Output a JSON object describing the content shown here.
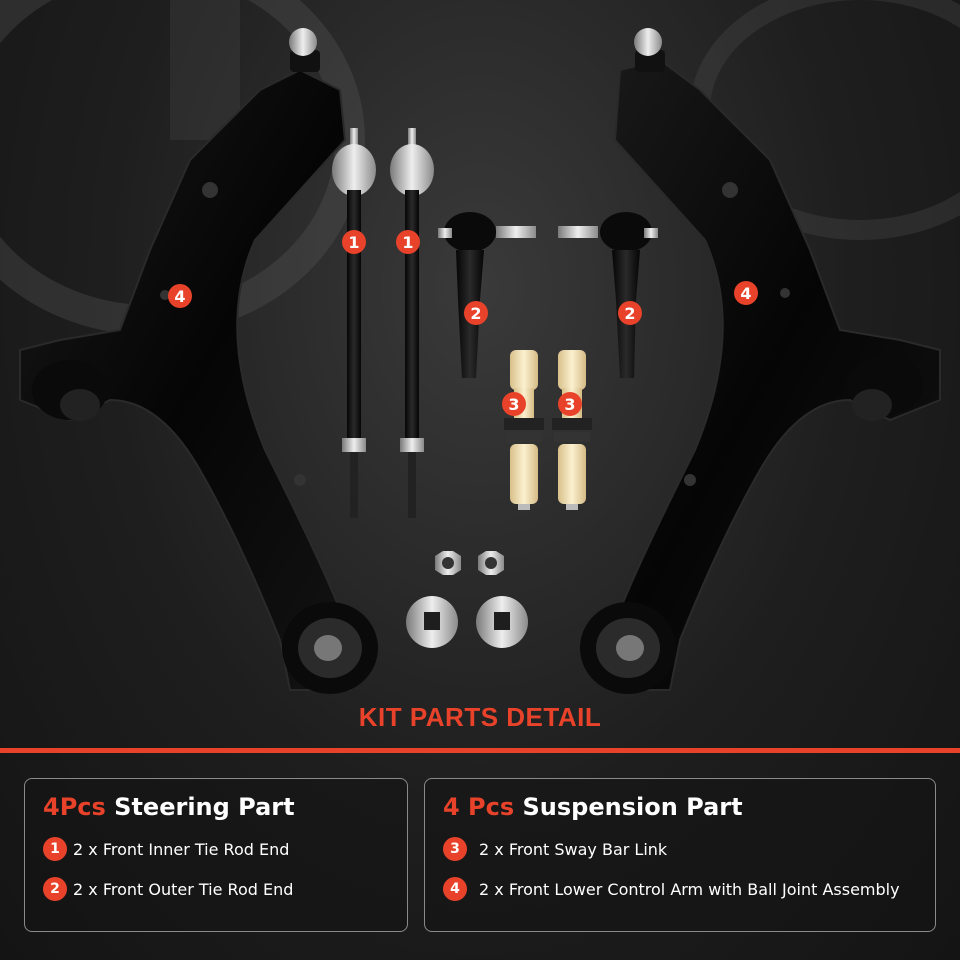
{
  "heading": "KIT PARTS DETAIL",
  "steering": {
    "count": "4Pcs",
    "title": "Steering Part",
    "items": [
      {
        "num": "1",
        "text": "2 x Front Inner Tie Rod End"
      },
      {
        "num": "2",
        "text": "2 x Front Outer Tie Rod End"
      }
    ]
  },
  "suspension": {
    "count": "4 Pcs",
    "title": "Suspension Part",
    "items": [
      {
        "num": "3",
        "text": "2 x Front Sway Bar Link"
      },
      {
        "num": "4",
        "text": "2 x Front Lower Control Arm with Ball Joint Assembly"
      }
    ]
  },
  "badges": {
    "b1": "1",
    "b2": "2",
    "b3": "3",
    "b4": "4"
  },
  "colors": {
    "accent": "#e8432a",
    "background": "#1e1e1e",
    "part": "#0c0c0c",
    "bushing": "#f3e0b0"
  }
}
